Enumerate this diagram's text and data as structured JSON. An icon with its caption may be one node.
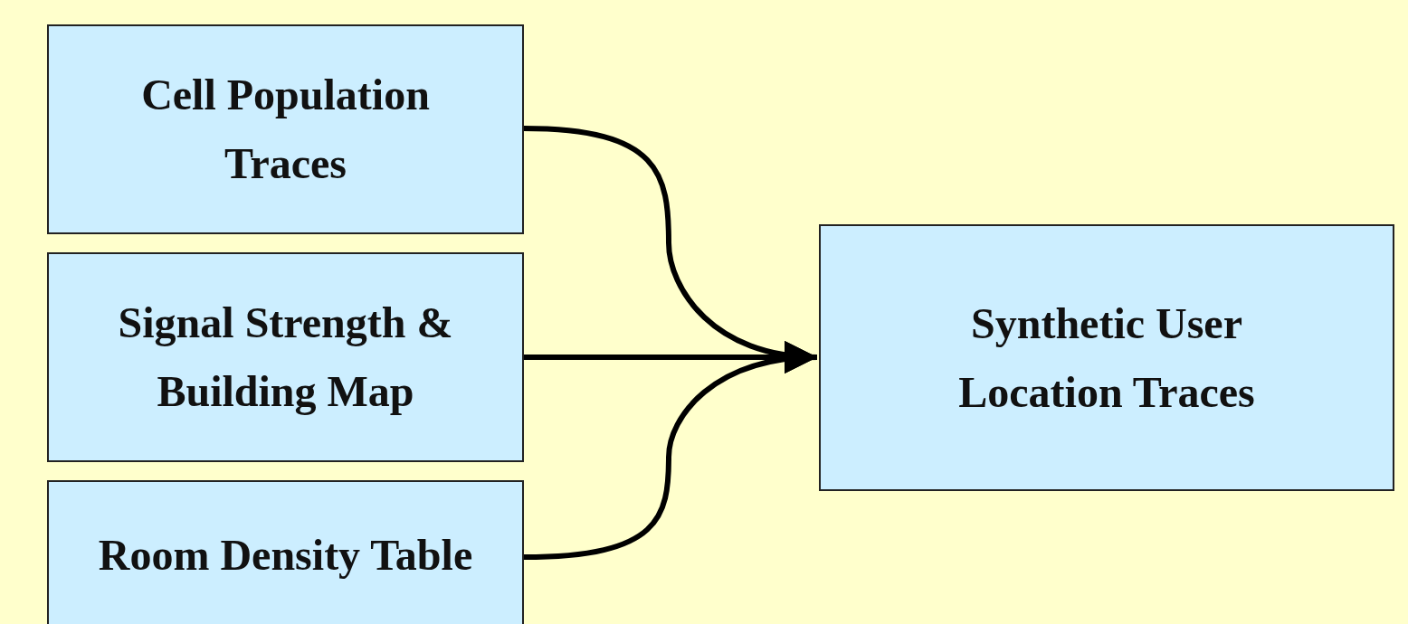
{
  "diagram": {
    "nodes": [
      {
        "text": [
          "Cell Population Traces"
        ]
      },
      {
        "text": [
          "Signal Strength & Building Map"
        ]
      },
      {
        "text": [
          "Room Density Table"
        ]
      },
      {
        "text": [
          "Synthetic User Location Traces"
        ]
      }
    ],
    "edges": [
      {
        "from": 0,
        "to": 3,
        "arrow": "to"
      },
      {
        "from": 1,
        "to": 3,
        "arrow": "to"
      },
      {
        "from": 2,
        "to": 3,
        "arrow": "to"
      }
    ]
  }
}
